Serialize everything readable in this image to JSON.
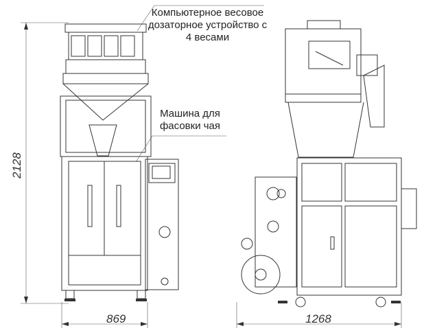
{
  "labels": {
    "weigher": "Компьютерное весовое дозаторное устройство с 4 весами",
    "machine": "Машина для фасовки чая"
  },
  "dimensions": {
    "height": "2128",
    "front_width": "869",
    "side_width": "1268"
  }
}
